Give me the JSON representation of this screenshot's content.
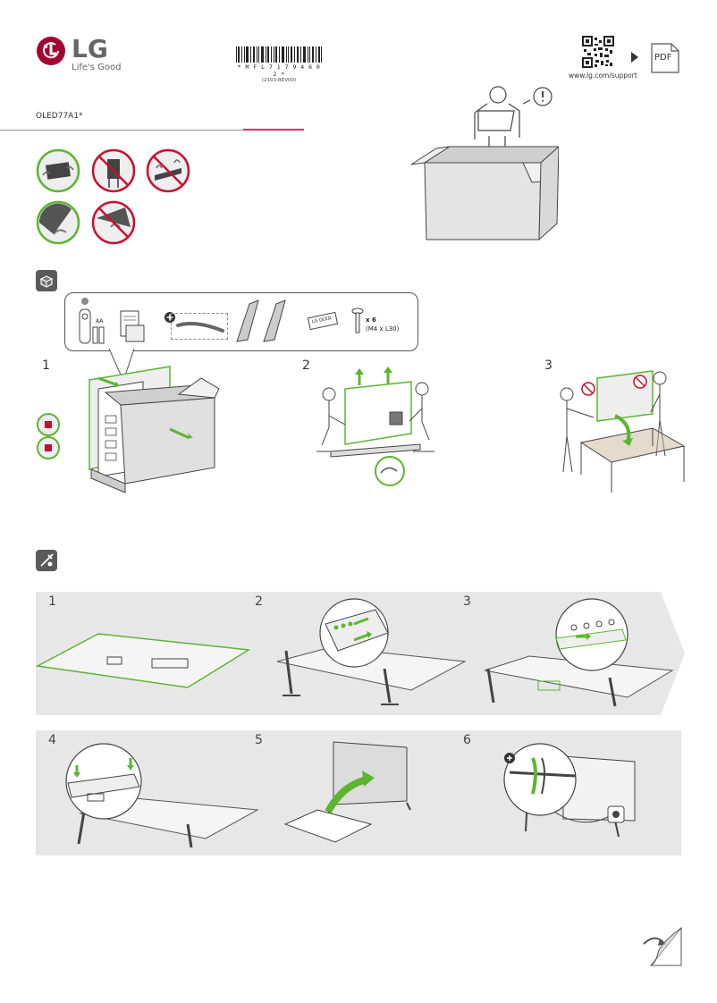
{
  "brand": {
    "name": "LG",
    "tagline": "Life's Good",
    "logo_color": "#a50034"
  },
  "barcode": {
    "text": "* M F L 7 1 7 9 4 6 0 2 *",
    "revision": "(2103-REV00)"
  },
  "support": {
    "url": "www.lg.com/support",
    "pdf_label": "PDF"
  },
  "model": "OLED77A1*",
  "accessories": {
    "battery_label": "AA",
    "logo_plate_text": "LG OLED",
    "screw_qty": "x 6",
    "screw_spec": "(M4 x L30)"
  },
  "unpack_steps": [
    "1",
    "2",
    "3"
  ],
  "assembly_steps": [
    "1",
    "2",
    "3",
    "4",
    "5",
    "6"
  ],
  "colors": {
    "accent_green": "#5cb531",
    "prohibit_red": "#c8102e",
    "rule_pink": "#c8376a",
    "panel_gray": "#e7e7e7",
    "icon_gray": "#5a5a5a"
  }
}
